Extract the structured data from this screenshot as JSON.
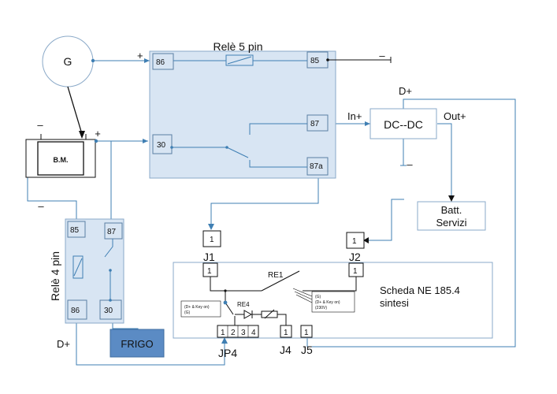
{
  "generator": {
    "label": "G"
  },
  "relay5": {
    "title": "Relè 5 pin",
    "pins": {
      "p86": "86",
      "p85": "85",
      "p30": "30",
      "p87": "87",
      "p87a": "87a"
    }
  },
  "relay4": {
    "title": "Relè 4 pin",
    "pins": {
      "p85": "85",
      "p87": "87",
      "p86": "86",
      "p30": "30"
    }
  },
  "bm": {
    "label": "B.M."
  },
  "dcdc": {
    "label": "DC--DC",
    "in_label": "In+",
    "out_label": "Out+",
    "top_label": "D+"
  },
  "battery": {
    "line1": "Batt.",
    "line2": "Servizi"
  },
  "fridge": {
    "label": "FRIGO"
  },
  "board": {
    "title_line1": "Scheda NE 185.4",
    "title_line2": "sintesi",
    "re1": "RE1",
    "re4": "RE4",
    "note_left": [
      "(D+ & Key on)",
      "(G)"
    ],
    "note_right": [
      "(G)",
      "(D+ & Key on)",
      "(230V)"
    ],
    "j1_label": "J1",
    "j2_label": "J2",
    "j4_label": "J4",
    "j5_label": "J5",
    "jp4_label": "JP4",
    "j1_pin": "1",
    "j2_pin": "1",
    "j1_inner_pin": "1",
    "j2_inner_pin": "1",
    "jp4_pins": [
      "1",
      "2",
      "3",
      "4"
    ],
    "j4_pin": "1",
    "j5_pin": "1"
  },
  "signs": {
    "gen_plus": "+",
    "p85_minus": "–",
    "bm_minus": "–",
    "bm_plus": "+",
    "bm_minus_low": "–",
    "dcdc_minus": "–",
    "relay4_dplus": "D+"
  },
  "colors": {
    "wire": "#3f7fb3",
    "box_fill": "#d8e5f3",
    "box_stroke": "#8aa9c8",
    "fridge": "#5b8bc4"
  }
}
